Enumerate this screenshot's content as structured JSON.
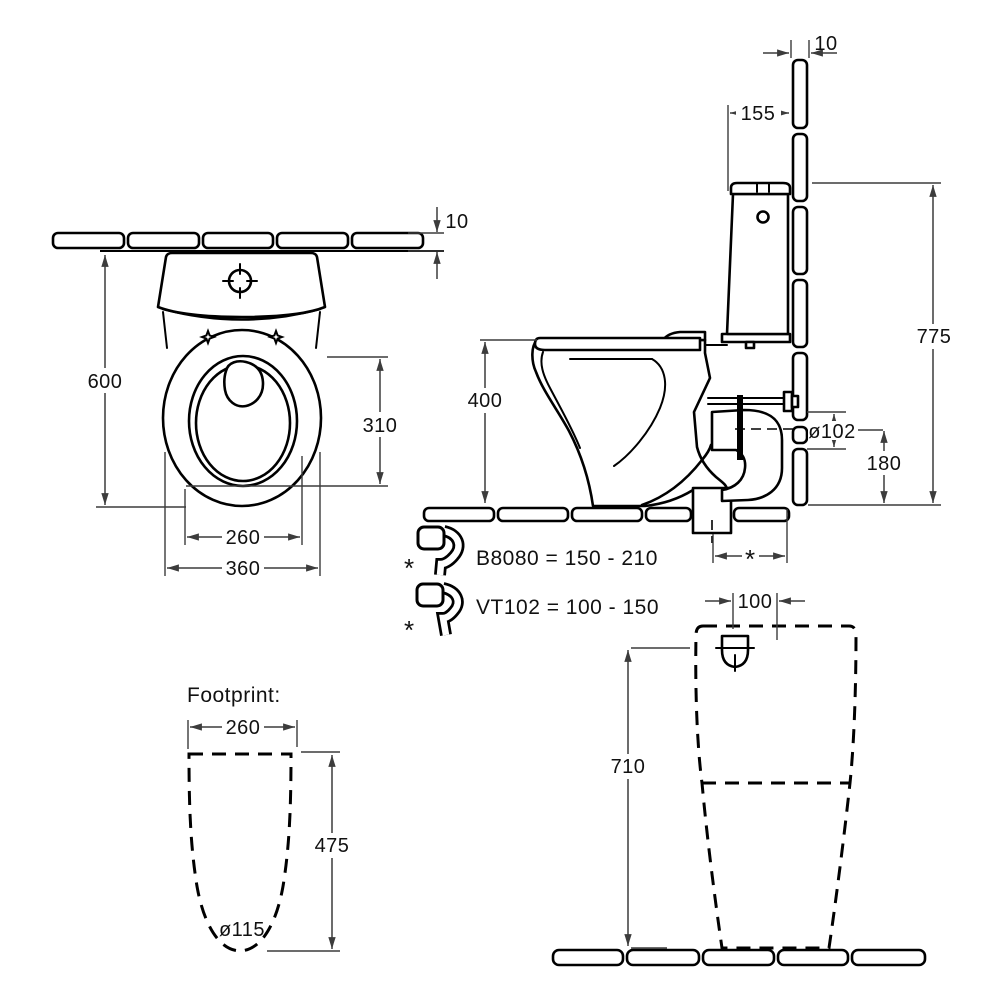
{
  "front_view": {
    "tile_thickness": "10",
    "overall_height": "600",
    "bowl_depth": "310",
    "seat_inner_width": "260",
    "overall_width": "360"
  },
  "side_view": {
    "tile_thickness": "10",
    "cistern_to_wall": "155",
    "overall_height": "775",
    "bowl_height": "400",
    "outlet_diameter": "ø102",
    "outlet_center_height": "180",
    "outlet_to_wall": "*"
  },
  "legend": {
    "rows": [
      {
        "marker": "*",
        "text": "B8080 = 150 - 210"
      },
      {
        "marker": "*",
        "text": "VT102 = 100 - 150"
      }
    ]
  },
  "footprint": {
    "title": "Footprint:",
    "width": "260",
    "depth": "475",
    "drain_diameter": "ø115"
  },
  "rear_view": {
    "inlet_offset": "100",
    "cistern_height": "710"
  },
  "colors": {
    "line": "#000000",
    "dimension": "#3c3c3c",
    "background": "#ffffff"
  }
}
